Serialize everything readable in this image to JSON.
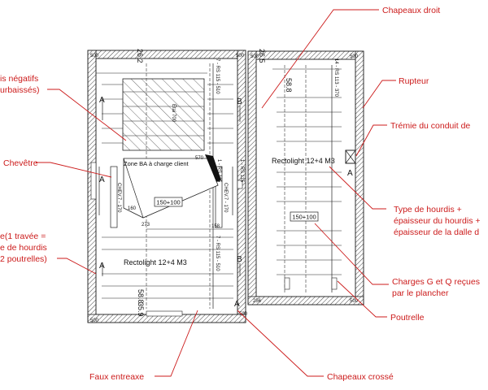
{
  "labels": {
    "chapeaux_droit": "Chapeaux droit",
    "rupteur": "Rupteur",
    "tremie": "Trémie du conduit de",
    "negatifs_line1": "is négatifs",
    "negatifs_line2": "urbaissés)",
    "chevetre": "Chevêtre",
    "travee_line1": "e(1 travée =",
    "travee_line2": "e de hourdis",
    "travee_line3": "2 poutrelles)",
    "type_hourdis_line1": "Type de hourdis +",
    "type_hourdis_line2": "épaisseur du hourdis +",
    "type_hourdis_line3": "épaisseur de la dalle d",
    "charges_line1": "Charges G et Q reçues",
    "charges_line2": "par le plancher",
    "poutrelle": "Poutrelle",
    "faux_entreaxe": "Faux entreaxe",
    "chapeaux_crosse": "Chapeaux crossé"
  },
  "plan": {
    "left_slab_label": "Rectolight 12+4 M3",
    "right_slab_label": "Rectolight 12+4 M3",
    "zone_ba": "Zone BA à charge client",
    "load_left": "150+100",
    "load_right": "150+100",
    "beam_left_top": "7 - RS 115 - 510",
    "beam_left_bottom": "7 - RS 115 - 510",
    "beam_right_top": "14 - RS 113 - 370",
    "beam_mid_left": "1 - RS 115",
    "beam_mid_right": "1 - RS 115",
    "chev_left": "CHEV.7 - 170",
    "chev_right": "CHEV.7 - 170",
    "dim_top_left": "26.2",
    "dim_top_right": "26.5",
    "dim_right_top": "58.8",
    "dim_left_bottom": "58.8",
    "dim_left_bottom2": "35.9",
    "dim_273": "273",
    "dim_158": "158",
    "dim_570": "570",
    "dim_160": "160",
    "dim_505": "505",
    "dim_256": "256",
    "corner_500_tl": "500",
    "corner_500_tr": "500",
    "corner_500_bl": "500",
    "corner_500_rtl": "500",
    "corner_500_rtr": "500",
    "corner_500_rbr": "500",
    "corner_500_lbr": "500",
    "tremie_vertical": "Étai 700",
    "sec_a": "A",
    "sec_b": "B"
  }
}
